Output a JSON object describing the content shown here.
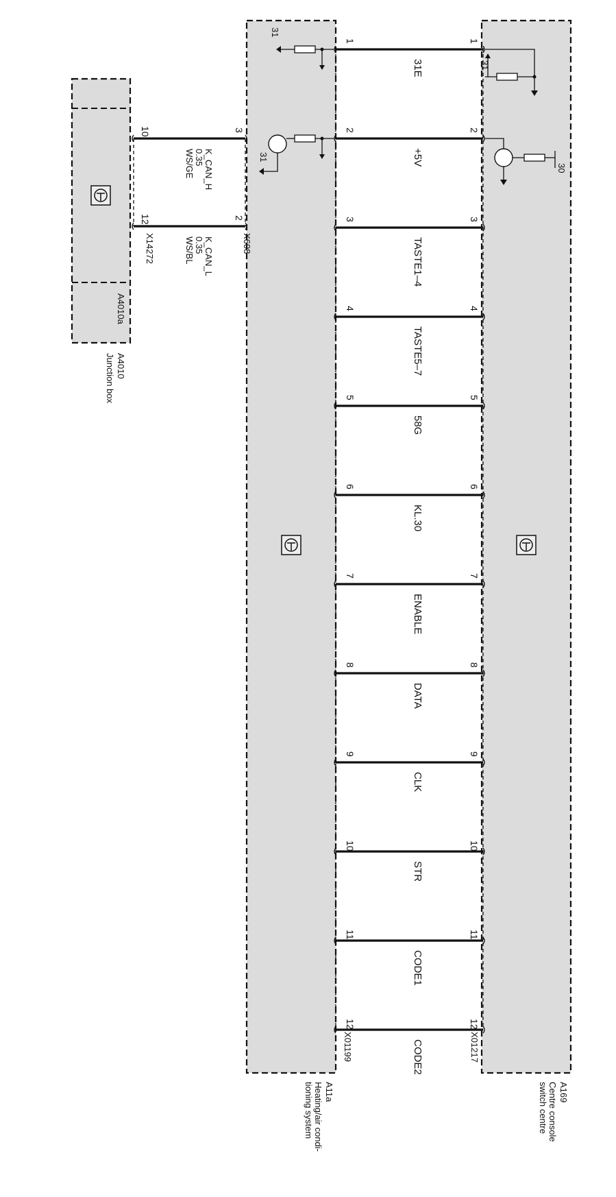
{
  "modules": {
    "a169": {
      "id": "A169",
      "name": [
        "Centre console",
        "switch centre"
      ],
      "connector": "X01217"
    },
    "a11a": {
      "id": "A11a",
      "name": [
        "Heating/air condi-",
        "tioning system"
      ],
      "connector": "X01199"
    },
    "a4010": {
      "id": "A4010",
      "name": [
        "Junction box"
      ],
      "sub_id": "A4010a",
      "connector": "X14272"
    }
  },
  "connector_x608": "X608",
  "signals": [
    {
      "pin": "1",
      "label": "31E"
    },
    {
      "pin": "2",
      "label": "+5V"
    },
    {
      "pin": "3",
      "label": "TASTE1–4"
    },
    {
      "pin": "4",
      "label": "TASTE5–7"
    },
    {
      "pin": "5",
      "label": "58G"
    },
    {
      "pin": "6",
      "label": "KL.30"
    },
    {
      "pin": "7",
      "label": "ENABLE"
    },
    {
      "pin": "8",
      "label": "DATA"
    },
    {
      "pin": "9",
      "label": "CLK"
    },
    {
      "pin": "10",
      "label": "STR"
    },
    {
      "pin": "11",
      "label": "CODE1"
    },
    {
      "pin": "12",
      "label": "CODE2"
    }
  ],
  "can_wires": [
    {
      "x608_pin": "3",
      "jb_pin": "10",
      "name": "K_CAN_H",
      "size": "0.35",
      "color": "WS/GE"
    },
    {
      "x608_pin": "2",
      "jb_pin": "12",
      "name": "K_CAN_L",
      "size": "0.35",
      "color": "WS/BL"
    }
  ],
  "ground_labels": {
    "a169_pin1": "31",
    "a11a_pin1": "31",
    "a11a_pin2": "31",
    "a169_supply": "30"
  }
}
